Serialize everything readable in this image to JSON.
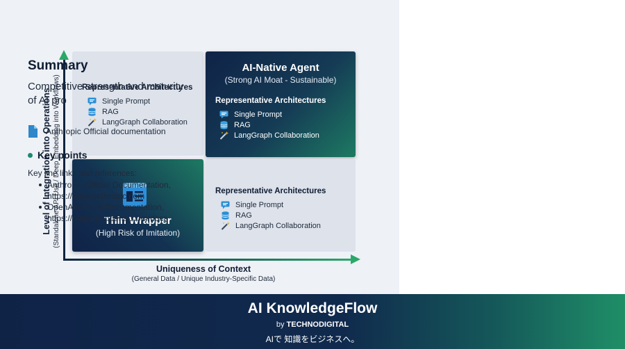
{
  "axes": {
    "y_title": "Level of Integration into Operations",
    "y_sub": "(Standalone API Use / Deep Embedding into Workflows)",
    "x_title": "Uniqueness of Context",
    "x_sub": "(General Data / Unique Industry-Specific Data)"
  },
  "quadrants": {
    "top_left": {
      "arch_title": "Representative Architectures",
      "items": [
        "Single Prompt",
        "RAG",
        "LangGraph Collaboration"
      ]
    },
    "top_right": {
      "title": "AI-Native Agent",
      "subtitle": "(Strong AI Moat - Sustainable)",
      "arch_title": "Representative Architectures",
      "items": [
        "Single Prompt",
        "RAG",
        "LangGraph Collaboration"
      ]
    },
    "bottom_left": {
      "title": "Thin Wrapper",
      "subtitle": "(High Risk of Imitation)"
    },
    "bottom_right": {
      "arch_title": "Representative Architectures",
      "items": [
        "Single Prompt",
        "RAG",
        "LangGraph Collaboration"
      ]
    }
  },
  "icons": [
    "chat-bubble-icon",
    "database-icon",
    "magic-wand-icon",
    "document-icon",
    "wrapper-doc-icon"
  ],
  "colors": {
    "navy": "#0f2347",
    "green": "#2aa86a",
    "teal": "#1b8a73",
    "light_quadrant": "#dde2eb"
  },
  "summary": {
    "title": "Summary",
    "description": "Competitive strength and maturity of AI pro",
    "doc_label": "Anthropic Official documentation",
    "key_points_title": "Key points",
    "refs_intro": "Key line links and references:",
    "refs": [
      {
        "name": "Anthropic Official Documentation,",
        "url": "https://docs.anthropic.com"
      },
      {
        "name": "OpenAI Official Documentation,",
        "url": "https://platform.openai.com/docs"
      }
    ]
  },
  "footer": {
    "brand": "AI KnowledgeFlow",
    "by": "by",
    "company": "TECHNODIGITAL",
    "tagline": "AIで 知識をビジネスへ。"
  }
}
